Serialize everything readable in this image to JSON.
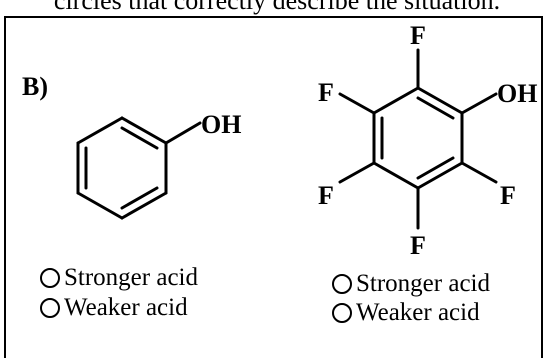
{
  "header": {
    "text": "circles that correctly describe the situation."
  },
  "question": {
    "part_label": "B)",
    "molecule_left": {
      "name": "phenol",
      "substituent_label": "OH"
    },
    "molecule_right": {
      "name": "pentafluorophenol",
      "substituent_label": "OH",
      "fluorine_labels": [
        "F",
        "F",
        "F",
        "F",
        "F"
      ]
    },
    "options_left": [
      {
        "label": "Stronger acid",
        "selected": false
      },
      {
        "label": "Weaker acid",
        "selected": false
      }
    ],
    "options_right": [
      {
        "label": "Stronger acid",
        "selected": false
      },
      {
        "label": "Weaker acid",
        "selected": false
      }
    ]
  }
}
